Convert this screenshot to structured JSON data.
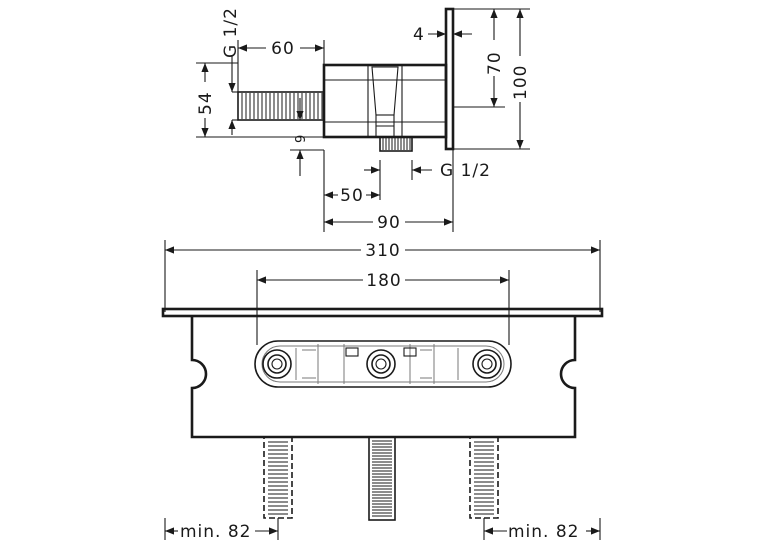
{
  "dimensions": {
    "side_width_60": "60",
    "side_thread_top": "G 1/2",
    "side_height_54": "54",
    "side_offset_9": "9",
    "side_flange_4": "4",
    "side_height_70": "70",
    "side_height_100": "100",
    "side_thread_bottom": "G 1/2",
    "side_width_50": "50",
    "side_width_90": "90",
    "front_width_310": "310",
    "front_width_180": "180",
    "front_min_left": "min. 82",
    "front_min_right": "min. 82"
  },
  "colors": {
    "line": "#1a1a1a",
    "background": "#ffffff"
  }
}
